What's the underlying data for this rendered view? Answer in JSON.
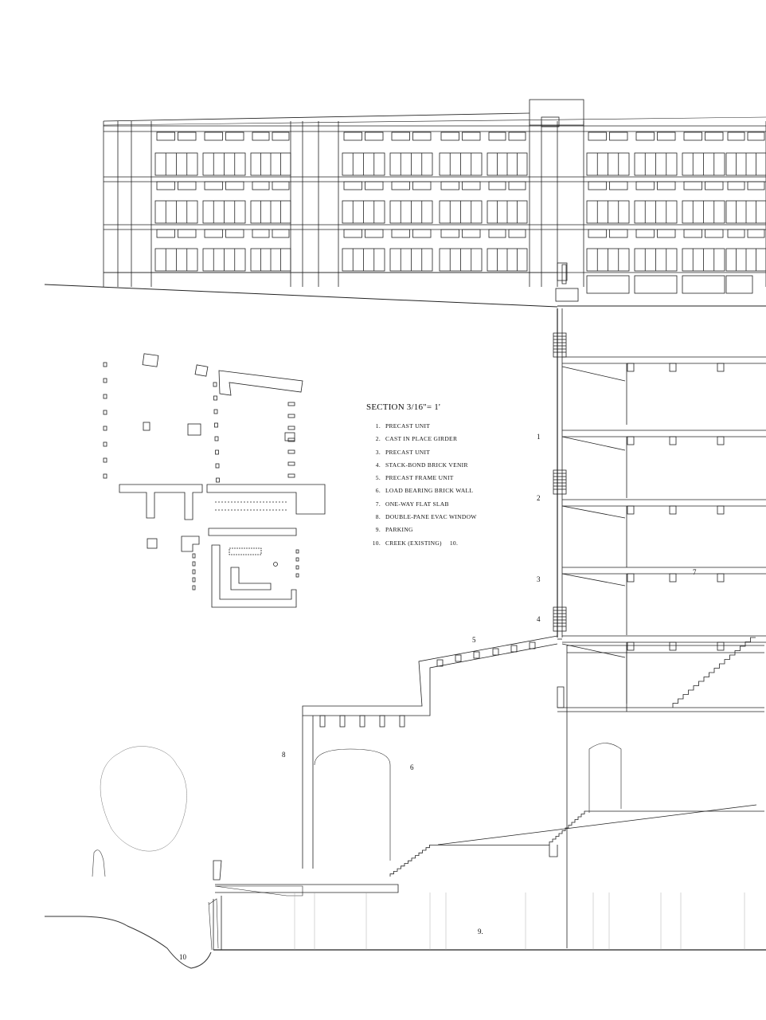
{
  "section": {
    "title": "SECTION 3/16\"= 1'",
    "items": [
      {
        "num": "1.",
        "label": "PRECAST UNIT"
      },
      {
        "num": "2.",
        "label": "CAST IN PLACE GIRDER"
      },
      {
        "num": "3.",
        "label": "PRECAST UNIT"
      },
      {
        "num": "4.",
        "label": "STACK-BOND BRICK VENIR"
      },
      {
        "num": "5.",
        "label": "PRECAST FRAME UNIT"
      },
      {
        "num": "6.",
        "label": "LOAD BEARING BRICK WALL"
      },
      {
        "num": "7.",
        "label": "ONE-WAY FLAT SLAB"
      },
      {
        "num": "8.",
        "label": "DOUBLE-PANE EVAC WINDOW"
      },
      {
        "num": "9.",
        "label": "PARKING"
      },
      {
        "num": "10.",
        "label": "CREEK (EXISTING)",
        "suffix": "10."
      }
    ]
  },
  "callouts": {
    "c1": "1",
    "c2": "2",
    "c3": "3",
    "c4": "4",
    "c5": "5",
    "c6": "6",
    "c7": "7",
    "c8": "8",
    "c9": "9.",
    "c10": "10"
  },
  "colors": {
    "ink": "#111111",
    "fine": "#555555",
    "paper": "#ffffff"
  }
}
